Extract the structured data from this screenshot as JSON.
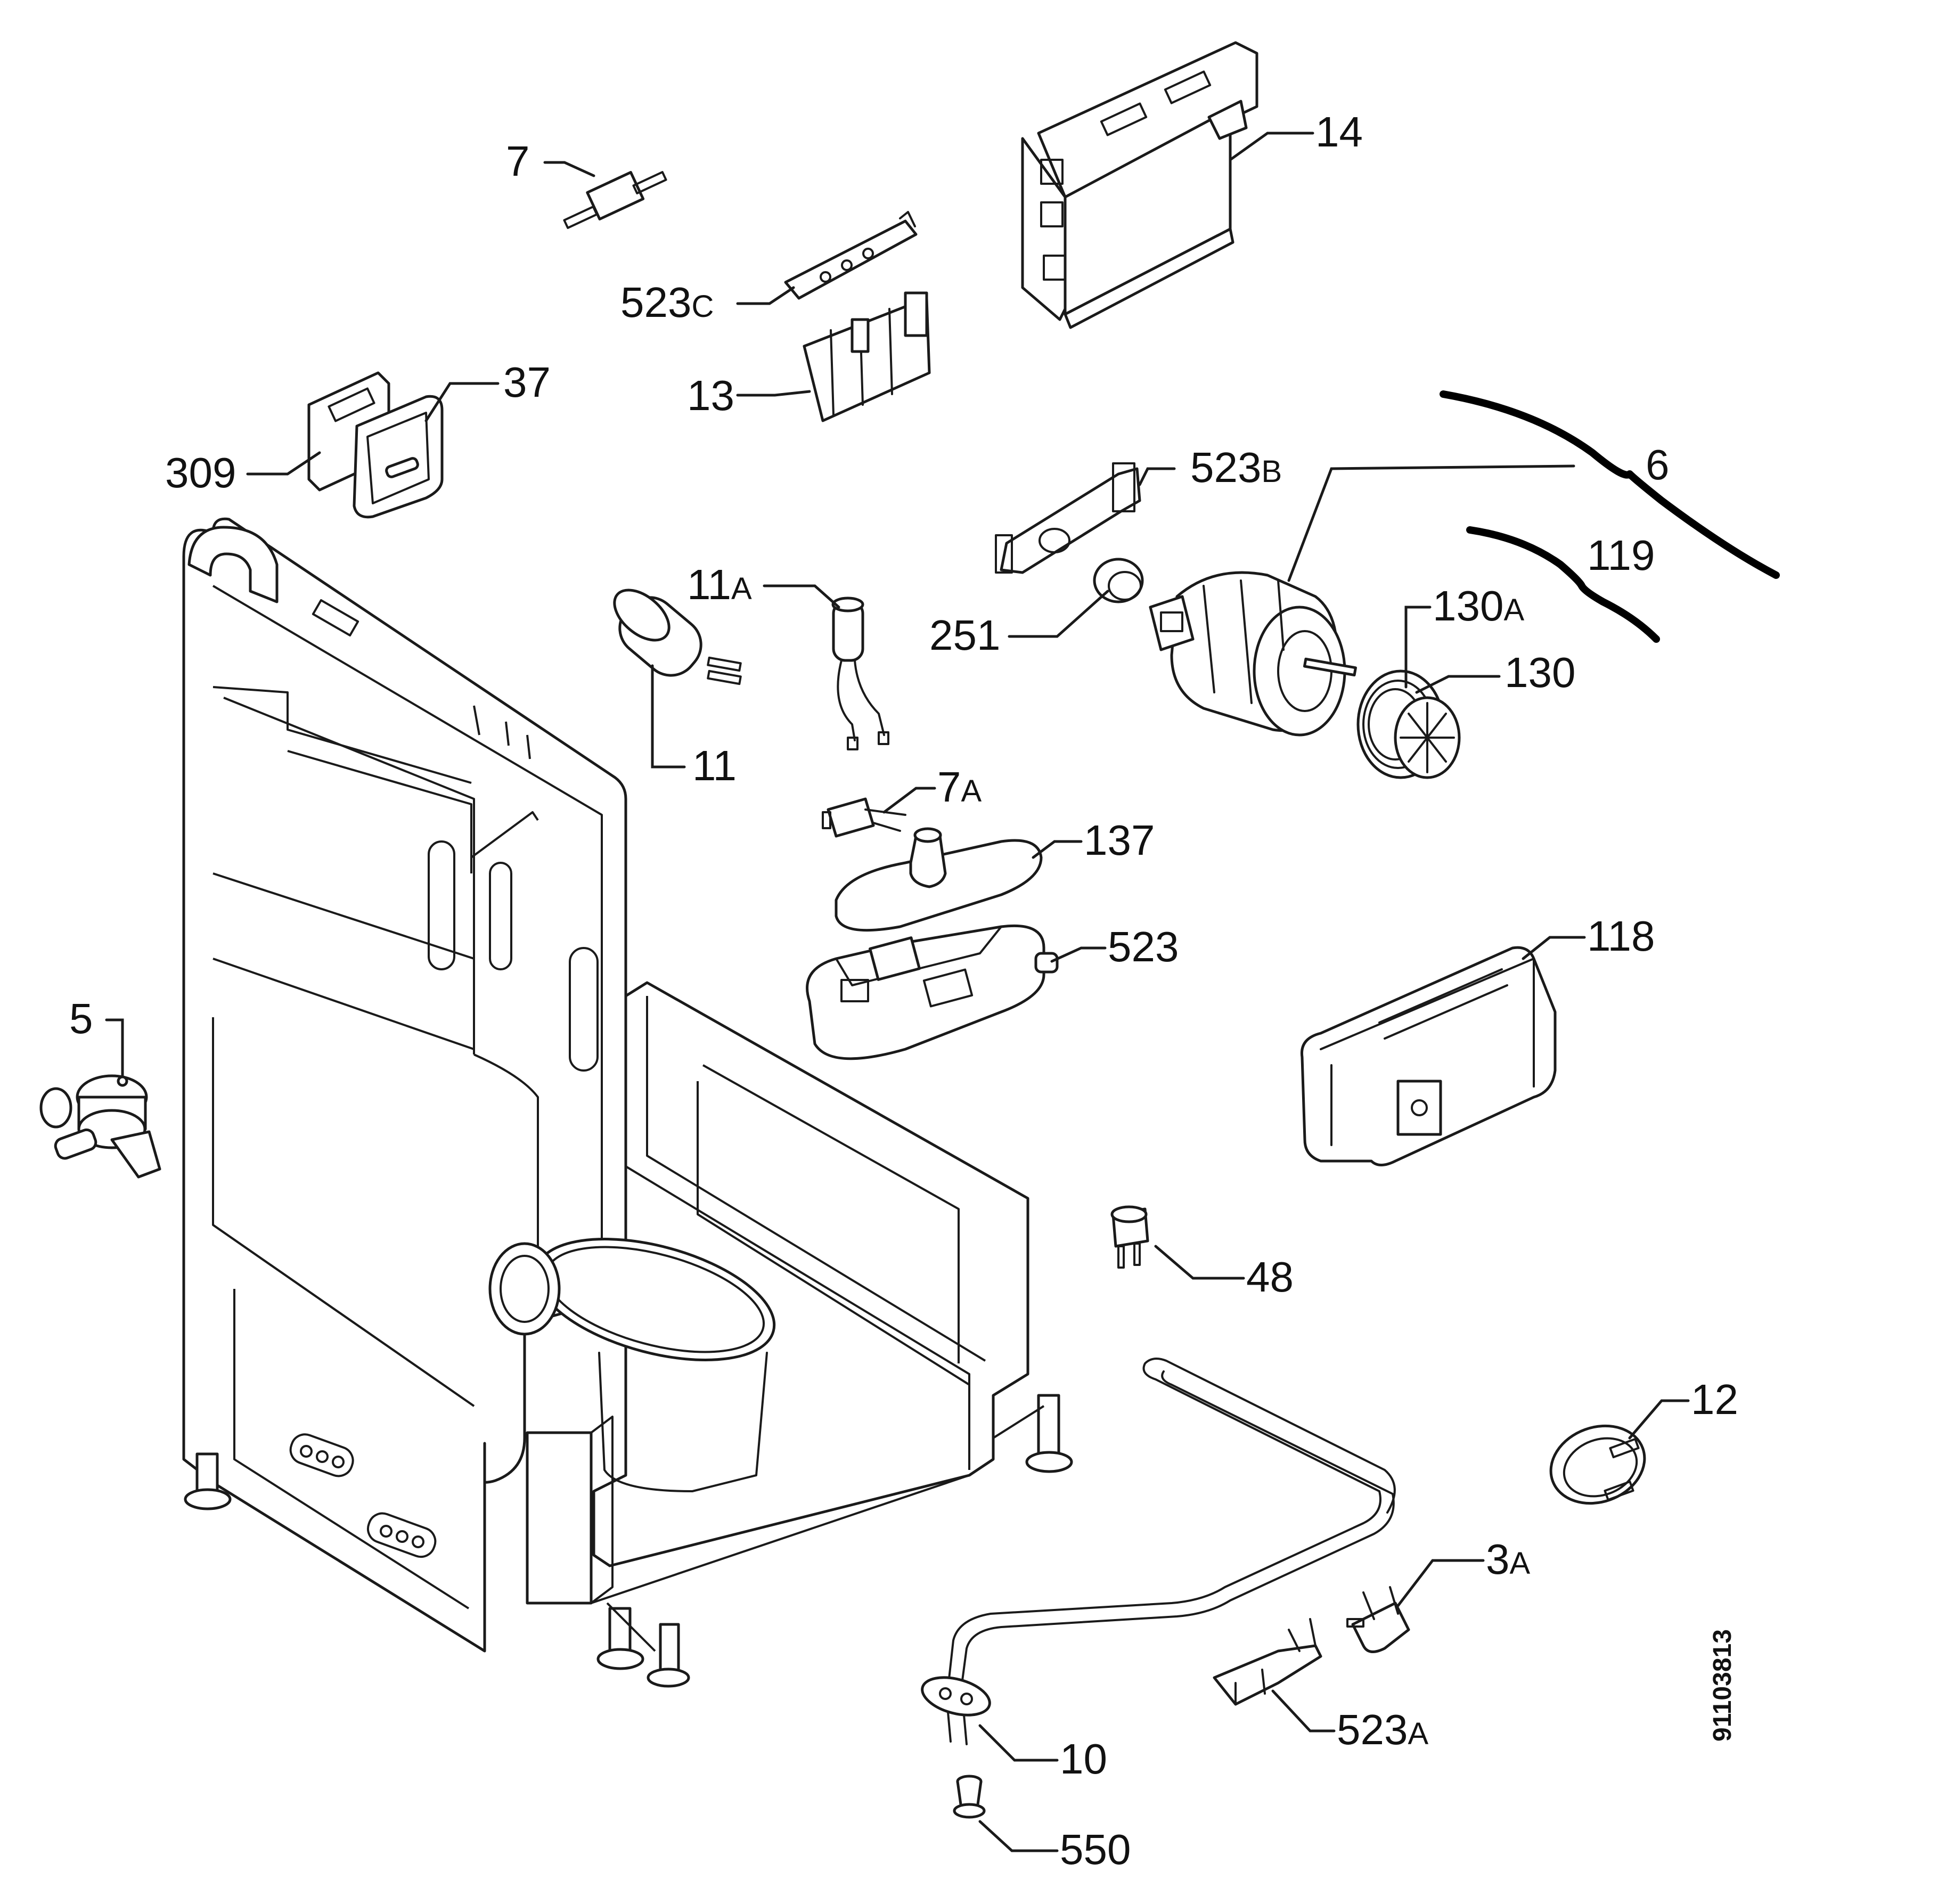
{
  "diagram": {
    "document_number": "91103813",
    "labels": {
      "p7": {
        "num": "7",
        "suffix": ""
      },
      "p523c": {
        "num": "523",
        "suffix": "C"
      },
      "p13": {
        "num": "13",
        "suffix": ""
      },
      "p14": {
        "num": "14",
        "suffix": ""
      },
      "p37": {
        "num": "37",
        "suffix": ""
      },
      "p309": {
        "num": "309",
        "suffix": ""
      },
      "p523b": {
        "num": "523",
        "suffix": "B"
      },
      "p6": {
        "num": "6",
        "suffix": ""
      },
      "p119": {
        "num": "119",
        "suffix": ""
      },
      "p11a": {
        "num": "11",
        "suffix": "A"
      },
      "p251": {
        "num": "251",
        "suffix": ""
      },
      "p130a": {
        "num": "130",
        "suffix": "A"
      },
      "p130": {
        "num": "130",
        "suffix": ""
      },
      "p11": {
        "num": "11",
        "suffix": ""
      },
      "p7a": {
        "num": "7",
        "suffix": "A"
      },
      "p137": {
        "num": "137",
        "suffix": ""
      },
      "p523": {
        "num": "523",
        "suffix": ""
      },
      "p118": {
        "num": "118",
        "suffix": ""
      },
      "p5": {
        "num": "5",
        "suffix": ""
      },
      "p48": {
        "num": "48",
        "suffix": ""
      },
      "p12": {
        "num": "12",
        "suffix": ""
      },
      "p3a": {
        "num": "3",
        "suffix": "A"
      },
      "p523a": {
        "num": "523",
        "suffix": "A"
      },
      "p10": {
        "num": "10",
        "suffix": ""
      },
      "p550": {
        "num": "550",
        "suffix": ""
      }
    }
  }
}
